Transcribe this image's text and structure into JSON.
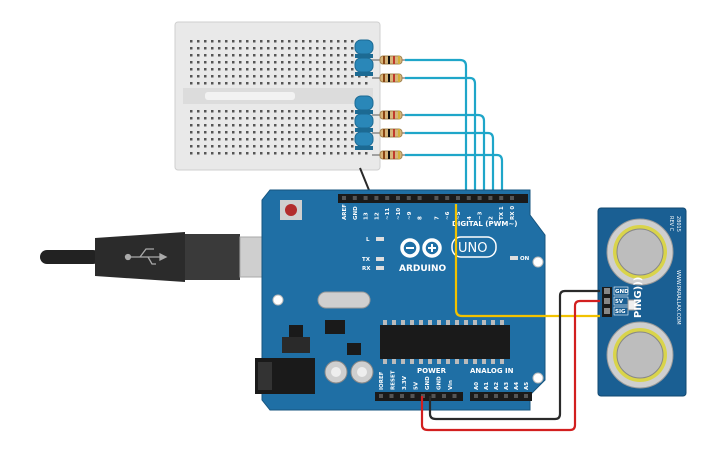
{
  "arduino": {
    "brand": "ARDUINO",
    "model": "UNO",
    "digital_header": "DIGITAL (PWM~)",
    "power_label": "POWER",
    "analog_label": "ANALOG IN",
    "led_l": "L",
    "led_tx": "TX",
    "led_rx": "RX",
    "led_on": "ON",
    "digital_pins": [
      "AREF",
      "GND",
      "13",
      "12",
      "~11",
      "~10",
      "~9",
      "8",
      "7",
      "~6",
      "~5",
      "4",
      "~3",
      "2",
      "TX 1",
      "RX 0"
    ],
    "power_pins": [
      "IOREF",
      "RESET",
      "3.3V",
      "5V",
      "GND",
      "GND",
      "Vin"
    ],
    "analog_pins": [
      "A0",
      "A1",
      "A2",
      "A3",
      "A4",
      "A5"
    ]
  },
  "sensor": {
    "name": "PING)))",
    "model_top": "28015",
    "model_rev": "REV C",
    "url": "WWW.PARALLAX.COM",
    "pins": [
      "GND",
      "5V",
      "SIG"
    ]
  },
  "colors": {
    "board": "#1f6fa5",
    "wire_blue": "#1fa6c9",
    "wire_yellow": "#f2c200",
    "wire_red": "#d21f1f",
    "wire_black": "#2a2a2a",
    "led": "#2a87b8",
    "breadboard": "#e9e9e9"
  }
}
